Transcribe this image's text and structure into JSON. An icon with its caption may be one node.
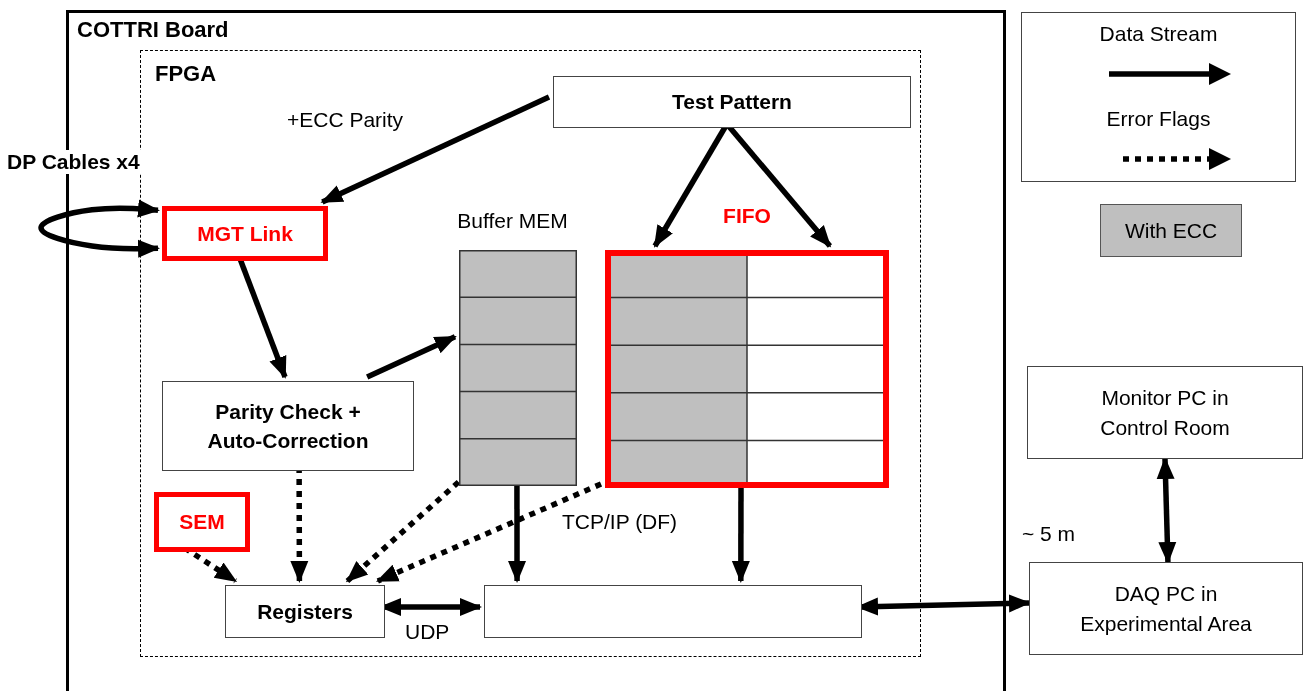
{
  "diagram": {
    "nodes": [
      {
        "text": [
          "COTTRI Board"
        ]
      },
      {
        "text": [
          "FPGA"
        ],
        "in": 0
      },
      {
        "text": [
          "Test Pattern"
        ],
        "in": 1
      },
      {
        "text": [
          "MGT Link"
        ],
        "in": 1
      },
      {
        "text": [
          "Parity Check + Auto-Correction"
        ],
        "in": 1
      },
      {
        "text": [
          "Buffer MEM"
        ],
        "in": 1
      },
      {
        "text": [
          "FIFO"
        ],
        "in": 1
      },
      {
        "text": [
          "SEM"
        ],
        "in": 1
      },
      {
        "text": [
          "Registers"
        ],
        "in": 1
      },
      {
        "text": [],
        "shape": "box",
        "in": 1
      },
      {
        "text": [
          "Monitor PC in Control Room"
        ]
      },
      {
        "text": [
          "DAQ PC in Experimental Area"
        ]
      }
    ],
    "edges": [
      {
        "from": 2,
        "to": 3,
        "arrow": "to",
        "label": "+ECC Parity"
      },
      {
        "from": 2,
        "to": 6,
        "arrow": "to"
      },
      {
        "from": 2,
        "to": 6,
        "arrow": "to"
      },
      {
        "from": 3,
        "to": 4,
        "arrow": "to"
      },
      {
        "from": 4,
        "to": 5,
        "arrow": "to"
      },
      {
        "from": 4,
        "to": 8,
        "arrow": "to",
        "style": "dashed"
      },
      {
        "from": 5,
        "to": 8,
        "arrow": "to",
        "style": "dashed"
      },
      {
        "from": 6,
        "to": 8,
        "arrow": "to",
        "style": "dashed"
      },
      {
        "from": 7,
        "to": 8,
        "arrow": "to",
        "style": "dashed"
      },
      {
        "from": 5,
        "to": 9,
        "arrow": "to"
      },
      {
        "from": 6,
        "to": 9,
        "arrow": "to"
      },
      {
        "from": 8,
        "to": 9,
        "arrow": "both",
        "label": "UDP"
      },
      {
        "from": 9,
        "to": 11,
        "arrow": "both"
      },
      {
        "from": 10,
        "to": 11,
        "arrow": "both"
      },
      {
        "from": 3,
        "to": 3,
        "arrow": "both",
        "label": "DP Cables x4"
      }
    ],
    "labels": [
      "TCP/IP (DF)",
      "~ 5 m"
    ],
    "legend": [
      {
        "text": "Data Stream"
      },
      {
        "text": "Error Flags"
      },
      {
        "text": "With ECC",
        "color": "#bfbfbf"
      }
    ]
  }
}
